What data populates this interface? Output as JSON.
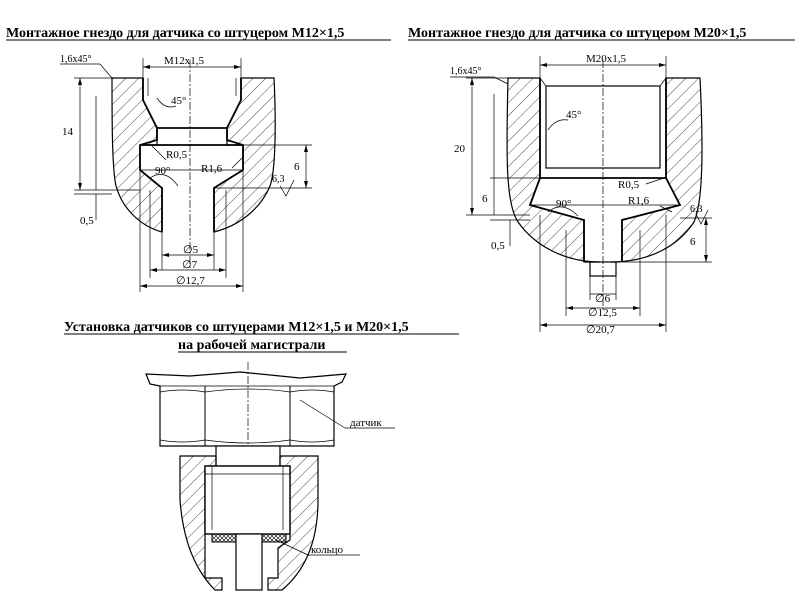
{
  "titles": {
    "m12": "Монтажное гнездо для датчика со штуцером М12×1,5",
    "m20": "Монтажное гнездо для датчика со штуцером М20×1,5",
    "install_line1": "Установка датчиков со штуцерами М12×1,5 и М20×1,5",
    "install_line2": "на рабочей магистрали"
  },
  "m12_labels": {
    "chamfer": "1,6x45°",
    "thread": "М12х1,5",
    "angle45": "45°",
    "depth": "14",
    "r05": "R0,5",
    "r16": "R1,6",
    "angle90": "90°",
    "six": "6",
    "rough": "6,3",
    "gap": "0,5",
    "d5": "∅5",
    "d7": "∅7",
    "d127": "∅12,7"
  },
  "m20_labels": {
    "chamfer": "1,6x45°",
    "thread": "М20х1,5",
    "angle45": "45°",
    "depth": "20",
    "r05": "R0,5",
    "r16": "R1,6",
    "angle90": "90°",
    "six_left": "6",
    "six_right": "6",
    "rough": "6,3",
    "gap": "0,5",
    "d6": "∅6",
    "d125": "∅12,5",
    "d207": "∅20,7"
  },
  "install_labels": {
    "sensor": "датчик",
    "ring": "кольцо"
  }
}
